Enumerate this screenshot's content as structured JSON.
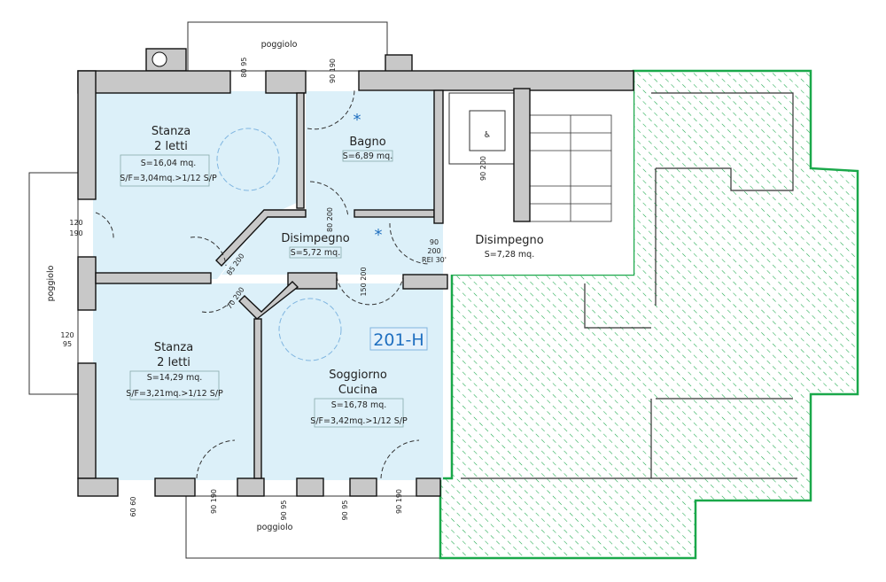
{
  "plan_code": "201-H",
  "colors": {
    "room_fill": "#dcf0f9",
    "wall": "#c8c8c8",
    "other_unit": "#1aa84a",
    "code": "#1f6fc0"
  },
  "rooms": [
    {
      "name_line1": "Stanza",
      "name_line2": "2 letti",
      "area": "S=16,04 mq.",
      "ratio": "S/F=3,04mq.>1/12 S/P"
    },
    {
      "name_line1": "Bagno",
      "area": "S=6,89 mq."
    },
    {
      "name_line1": "Disimpegno",
      "area": "S=5,72 mq."
    },
    {
      "name_line1": "Disimpegno",
      "area": "S=7,28 mq."
    },
    {
      "name_line1": "Stanza",
      "name_line2": "2 letti",
      "area": "S=14,29 mq.",
      "ratio": "S/F=3,21mq.>1/12 S/P"
    },
    {
      "name_line1": "Soggiorno",
      "name_line2": "Cucina",
      "area": "S=16,78 mq.",
      "ratio": "S/F=3,42mq.>1/12 S/P"
    }
  ],
  "balconies": [
    "poggiolo",
    "poggiolo",
    "poggiolo"
  ],
  "dimensions": [
    {
      "w": "80",
      "h": "95"
    },
    {
      "w": "90",
      "h": "190"
    },
    {
      "w": "90",
      "h": "200"
    },
    {
      "w": "120",
      "h": "190"
    },
    {
      "w": "80",
      "h": "200"
    },
    {
      "w": "90",
      "h": "200",
      "note": "REI 30'"
    },
    {
      "w": "150",
      "h": "200"
    },
    {
      "w": "85",
      "h": "200"
    },
    {
      "w": "70",
      "h": "200"
    },
    {
      "w": "120",
      "h": "95"
    },
    {
      "w": "60",
      "h": "60"
    },
    {
      "w": "90",
      "h": "190"
    },
    {
      "w": "90",
      "h": "95"
    },
    {
      "w": "90",
      "h": "95"
    },
    {
      "w": "90",
      "h": "190"
    }
  ],
  "markers": [
    "*",
    "*"
  ]
}
